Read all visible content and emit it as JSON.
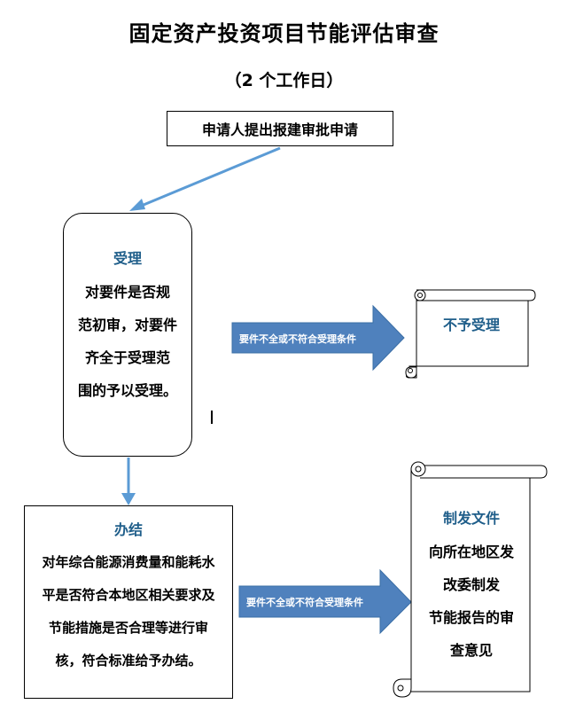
{
  "title": "固定资产投资项目节能评估审查",
  "subtitle": "（2 个工作日）",
  "start": {
    "label": "申请人提出报建审批申请"
  },
  "accept": {
    "heading": "受理",
    "lines": [
      "对要件是否规",
      "范初审，对要件",
      "齐全于受理范",
      "围的予以受理。"
    ]
  },
  "handle": {
    "heading": "办结",
    "lines": [
      "对年综合能源消费量和能耗水",
      "平是否符合本地区相关要求及",
      "节能措施是否合理等进行审",
      "核，符合标准给予办结。"
    ]
  },
  "arrow_labels": {
    "reject": "要件不全或不符合受理条件",
    "issue": "要件不全或不符合受理条件"
  },
  "reject_scroll": {
    "label": "不予受理"
  },
  "issue_scroll": {
    "heading": "制发文件",
    "lines": [
      "向所在地区发",
      "改委制发",
      "节能报告的审",
      "查意见"
    ]
  },
  "colors": {
    "accent_text": "#1f5e8a",
    "arrow_fill": "#4f81bd",
    "arrow_line": "#5b9bd5"
  }
}
